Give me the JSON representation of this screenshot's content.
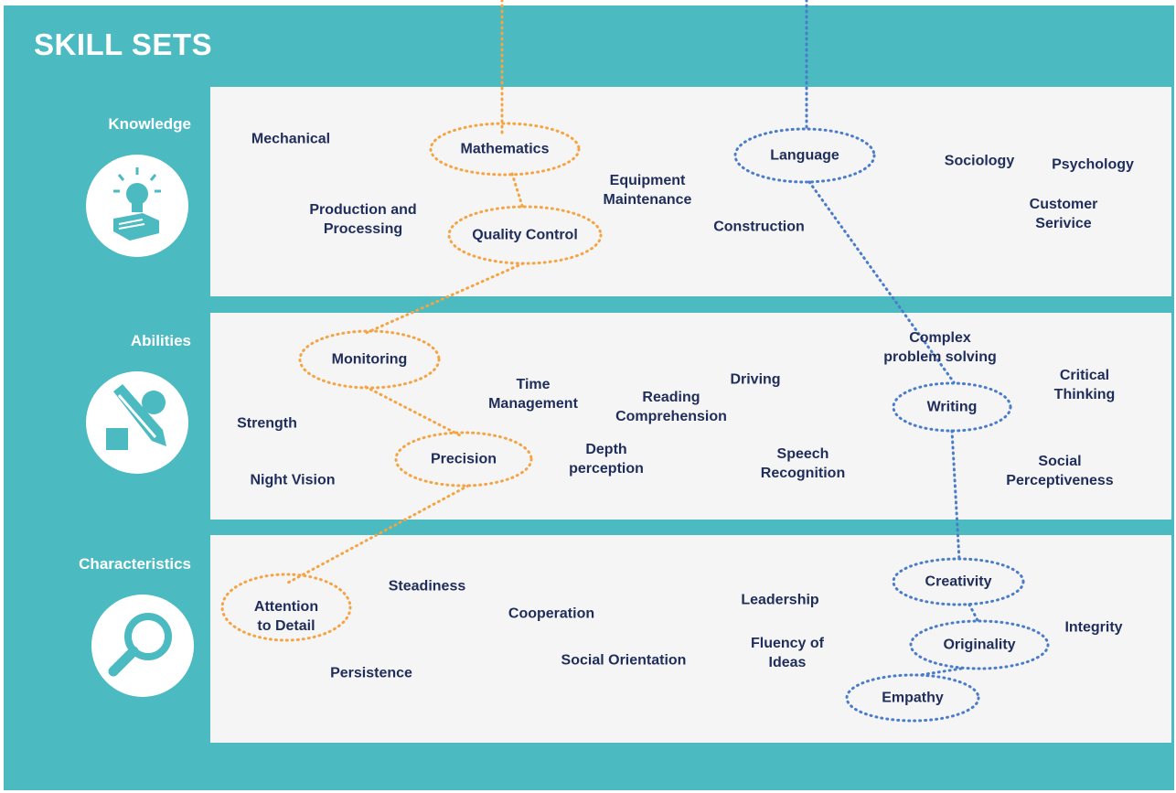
{
  "title": "SKILL SETS",
  "colors": {
    "frame": "#4bbac1",
    "band": "#f5f5f5",
    "text": "#1f2d5a",
    "orange_path": "#f5a443",
    "blue_path": "#4a7cc9"
  },
  "categories": [
    {
      "label": "Knowledge",
      "icon": "lightbulb-book-icon"
    },
    {
      "label": "Abilities",
      "icon": "pencil-shapes-icon"
    },
    {
      "label": "Characteristics",
      "icon": "magnifier-icon"
    }
  ],
  "knowledge": {
    "mechanical": "Mechanical",
    "mathematics": "Mathematics",
    "equipment_maintenance": "Equipment\nMaintenance",
    "language": "Language",
    "sociology": "Sociology",
    "psychology": "Psychology",
    "production_processing": "Production and\nProcessing",
    "quality_control": "Quality Control",
    "construction": "Construction",
    "customer_service": "Customer\nSerivice"
  },
  "abilities": {
    "monitoring": "Monitoring",
    "complex_problem_solving": "Complex\nproblem solving",
    "time_management": "Time\nManagement",
    "driving": "Driving",
    "reading_comprehension": "Reading\nComprehension",
    "critical_thinking": "Critical\nThinking",
    "writing": "Writing",
    "strength": "Strength",
    "precision": "Precision",
    "depth_perception": "Depth\nperception",
    "speech_recognition": "Speech\nRecognition",
    "social_perceptiveness": "Social\nPerceptiveness",
    "night_vision": "Night Vision"
  },
  "characteristics": {
    "attention_to_detail": "Attention\nto Detail",
    "steadiness": "Steadiness",
    "cooperation": "Cooperation",
    "leadership": "Leadership",
    "creativity": "Creativity",
    "integrity": "Integrity",
    "originality": "Originality",
    "fluency_of_ideas": "Fluency of\nIdeas",
    "social_orientation": "Social Orientation",
    "persistence": "Persistence",
    "empathy": "Empathy"
  }
}
